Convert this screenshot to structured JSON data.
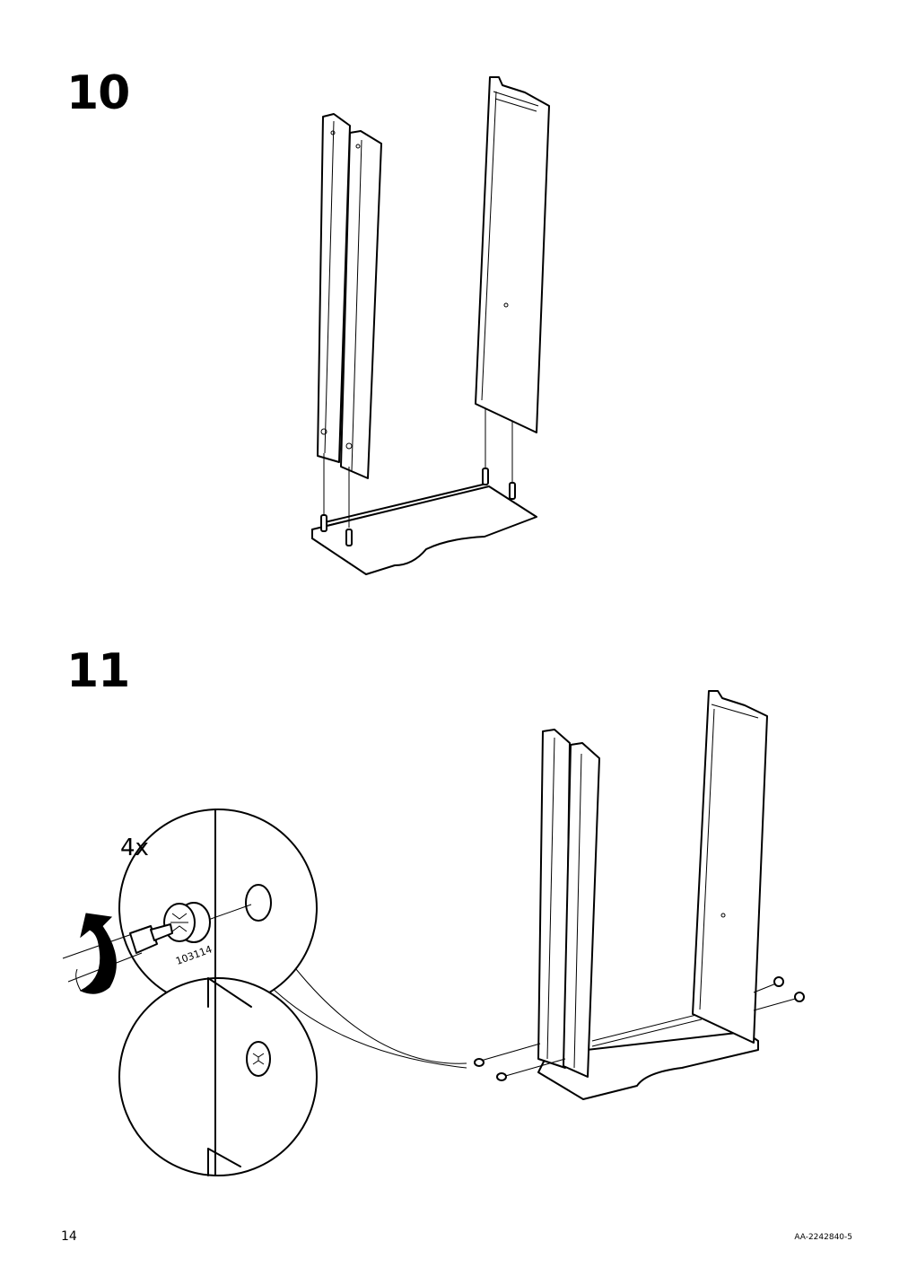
{
  "steps": [
    {
      "number": "10"
    },
    {
      "number": "11",
      "quantity": "4x",
      "part_number": "103114"
    }
  ],
  "footer": {
    "page_number": "14",
    "document_code": "AA-2242840-5"
  },
  "icons": [
    "rotate-arrow-icon",
    "screwdriver-icon",
    "cam-lock-icon",
    "wooden-dowel-icon",
    "magnifier-callout-icon"
  ]
}
